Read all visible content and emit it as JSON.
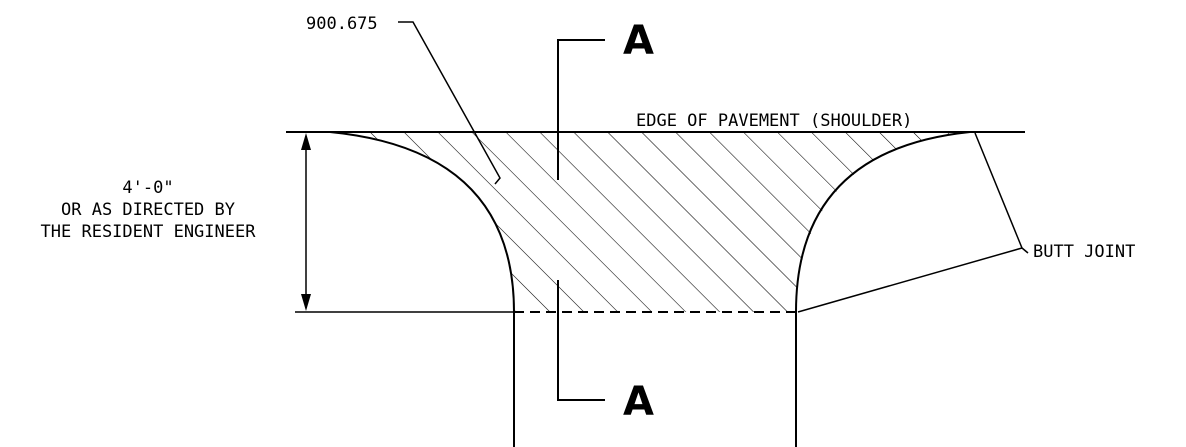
{
  "labels": {
    "elevation": "900.675",
    "section_mark_top": "A",
    "section_mark_bottom": "A",
    "edge_of_pavement": "EDGE OF PAVEMENT (SHOULDER)",
    "dimension_line1": "4'-0\"",
    "dimension_line2": "OR AS DIRECTED BY",
    "dimension_line3": "THE RESIDENT ENGINEER",
    "butt_joint": "BUTT JOINT"
  }
}
